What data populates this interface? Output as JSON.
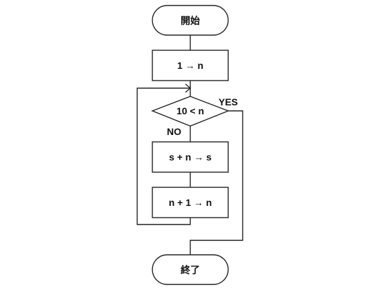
{
  "diagram": {
    "nodes": {
      "start": "開始",
      "init": "1 → n",
      "condition": "10 < n",
      "add": "s + n → s",
      "increment": "n + 1 → n",
      "end": "終了"
    },
    "edge_labels": {
      "yes": "YES",
      "no": "NO"
    }
  },
  "colors": {
    "line": "#222222",
    "text": "#111111",
    "background": "#ffffff"
  }
}
